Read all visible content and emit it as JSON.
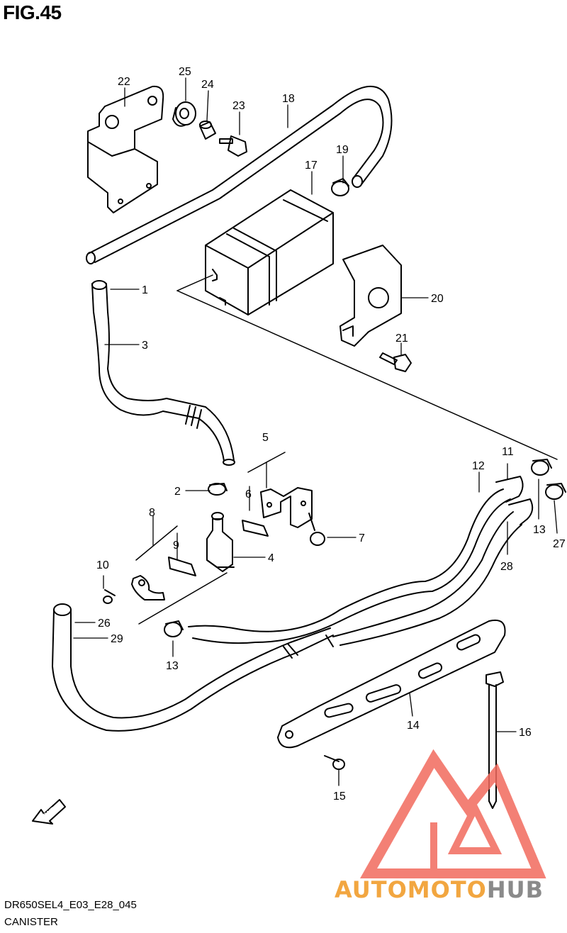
{
  "figure": {
    "title": "FIG.45",
    "model_code": "DR650SEL4_E03_E28_045",
    "subtitle": "CANISTER",
    "fwd_label": "FWD"
  },
  "watermark": {
    "part1": "AUTO",
    "part2": "MOTO",
    "part3": "HUB",
    "triangle_color": "#f26a5e",
    "text_color": "#f2a640",
    "hub_color": "#8a8a8a"
  },
  "callouts": [
    "1",
    "2",
    "3",
    "4",
    "5",
    "6",
    "7",
    "8",
    "9",
    "10",
    "11",
    "12",
    "13",
    "14",
    "15",
    "16",
    "17",
    "18",
    "19",
    "20",
    "21",
    "22",
    "23",
    "24",
    "25",
    "26",
    "27",
    "28",
    "29",
    "13"
  ]
}
